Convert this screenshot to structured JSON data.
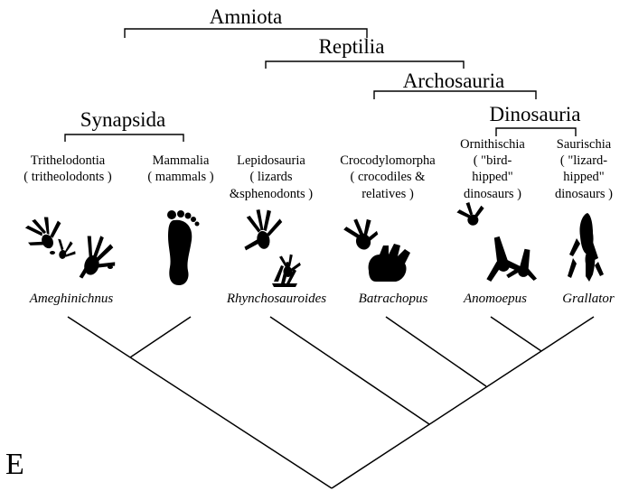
{
  "panel_label": "E",
  "clades": {
    "amniota": "Amniota",
    "reptilia": "Reptilia",
    "archosauria": "Archosauria",
    "synapsida": "Synapsida",
    "dinosauria": "Dinosauria"
  },
  "taxa": [
    {
      "name": "Trithelodontia",
      "common": [
        "( tritheolodonts )"
      ]
    },
    {
      "name": "Mammalia",
      "common": [
        "( mammals )"
      ]
    },
    {
      "name": "Lepidosauria",
      "common": [
        "( lizards",
        "&sphenodonts )"
      ]
    },
    {
      "name": "Crocodylomorpha",
      "common": [
        "( crocodiles &",
        "relatives )"
      ]
    },
    {
      "name": "Ornithischia",
      "common": [
        "( \"bird-",
        "hipped\"",
        "dinosaurs )"
      ]
    },
    {
      "name": "Saurischia",
      "common": [
        "( \"lizard-",
        "hipped\"",
        "dinosaurs )"
      ]
    }
  ],
  "ichnotaxa": [
    "Ameghinichnus",
    "Rhynchosauroides",
    "Batrachopus",
    "Anomoepus",
    "Grallator"
  ],
  "track_icons": [
    "mammal-like-tracks",
    "human-footprint",
    "lizard-tracks",
    "crocodile-tracks",
    "ornithischian-tracks",
    "theropod-tracks"
  ]
}
